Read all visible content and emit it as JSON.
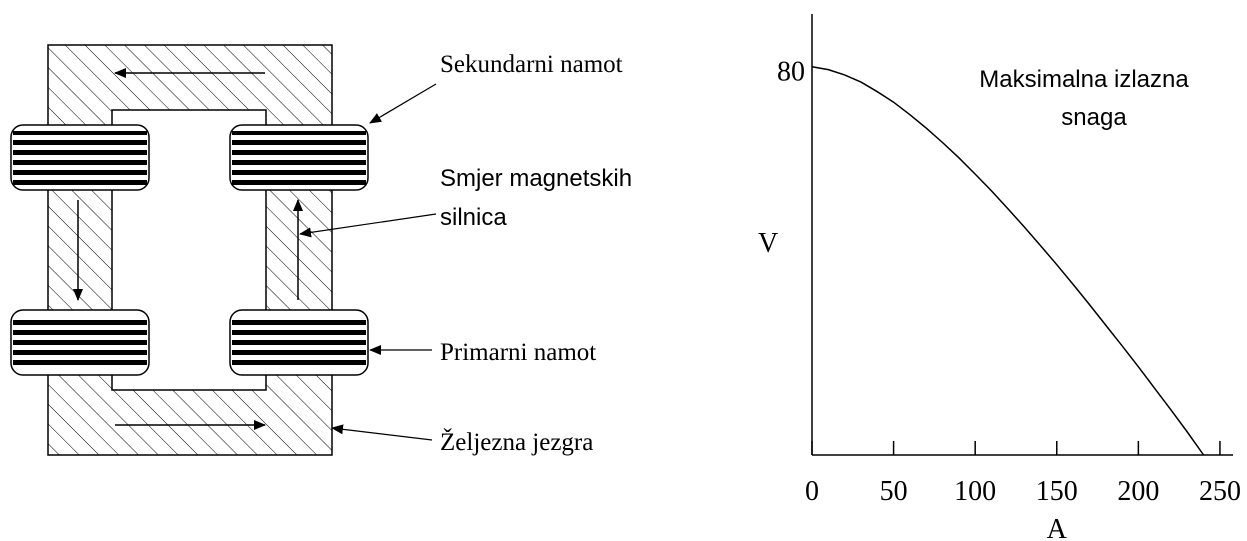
{
  "transformer": {
    "labels": {
      "secondary_winding": "Sekundarni namot",
      "flux_direction_line1": "Smjer magnetskih",
      "flux_direction_line2": "silnica",
      "primary_winding": "Primarni namot",
      "iron_core": "Željezna jezgra"
    }
  },
  "chart_data": {
    "type": "line",
    "x": [
      0,
      10,
      20,
      30,
      40,
      50,
      60,
      70,
      80,
      90,
      100,
      110,
      120,
      130,
      140,
      150,
      160,
      170,
      180,
      190,
      200,
      210,
      220,
      230,
      240
    ],
    "series": [
      {
        "values": [
          81.0,
          80.4,
          79.3,
          77.8,
          75.8,
          73.6,
          71.0,
          68.2,
          65.2,
          62.0,
          58.6,
          55.1,
          51.4,
          47.6,
          43.7,
          39.7,
          35.6,
          31.4,
          27.1,
          22.8,
          18.4,
          13.9,
          9.4,
          4.8,
          0.0
        ]
      }
    ],
    "title": "",
    "annotation_line1": "Maksimalna izlazna",
    "annotation_line2": "snaga",
    "xlabel": "A",
    "ylabel": "V",
    "xticks": [
      0,
      50,
      100,
      150,
      200,
      250
    ],
    "yticks": [
      80
    ],
    "xlim": [
      0,
      258
    ],
    "ylim": [
      0,
      92
    ],
    "grid": false
  }
}
